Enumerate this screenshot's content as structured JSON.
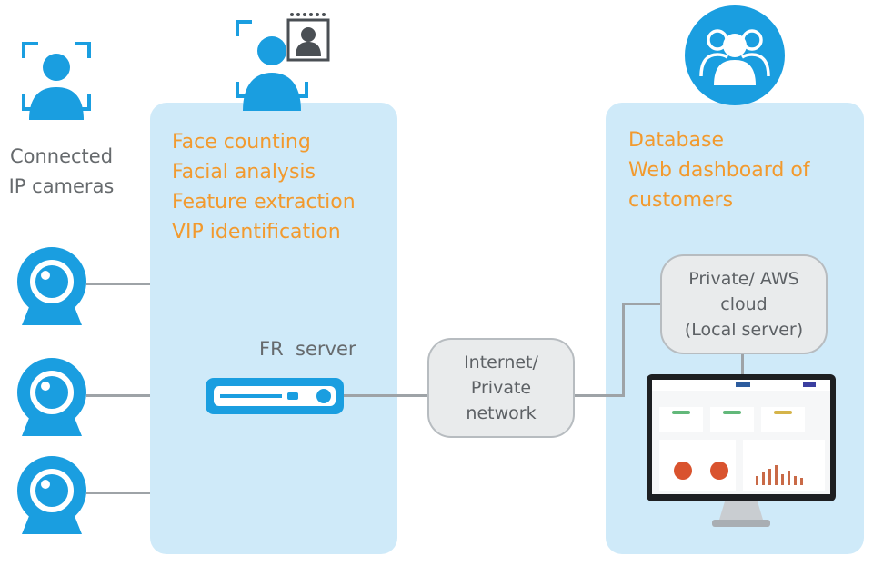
{
  "left": {
    "title_line1": "Connected",
    "title_line2": "IP cameras",
    "icon": "face-scan-icon",
    "cameras": [
      {
        "icon": "webcam-icon"
      },
      {
        "icon": "webcam-icon"
      },
      {
        "icon": "webcam-icon"
      }
    ]
  },
  "server_panel": {
    "icon": "face-scan-id-card-icon",
    "features": [
      "Face counting",
      "Facial analysis",
      "Feature extraction",
      "VIP identification"
    ],
    "server_label": "FR  server",
    "server_icon": "server-icon"
  },
  "network": {
    "line1": "Internet/",
    "line2": "Private",
    "line3": "network"
  },
  "cloud_panel": {
    "icon": "users-group-icon",
    "features": [
      "Database",
      "Web dashboard of",
      "customers"
    ],
    "cloud_line1": "Private/ AWS",
    "cloud_line2": "cloud",
    "cloud_line3": "(Local server)",
    "monitor_icon": "dashboard-monitor-icon"
  },
  "colors": {
    "accent": "#1a9ee0",
    "panel": "#cfeaf9",
    "orange": "#f29a2e",
    "line": "#9ea3a7"
  }
}
